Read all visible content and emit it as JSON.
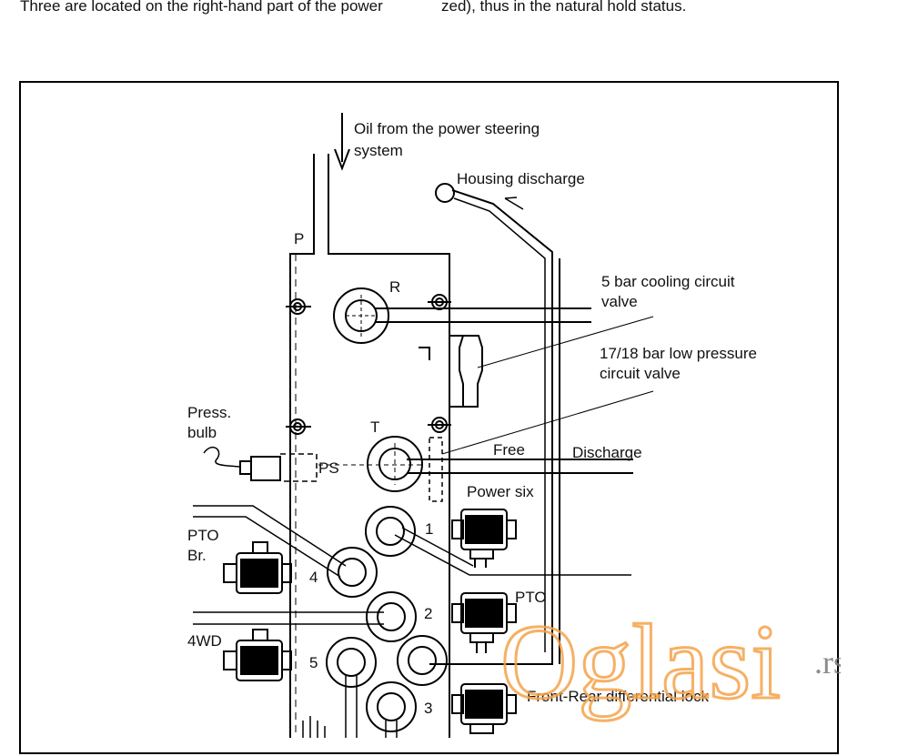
{
  "page": {
    "left_text": "Three are located on the right-hand part of the power",
    "right_text": "zed), thus in the natural hold status."
  },
  "diagram": {
    "labels": {
      "oil_line1": "Oil from the power steering",
      "oil_line2": "system",
      "housing_discharge": "Housing discharge",
      "port_p": "P",
      "port_r": "R",
      "cooling_line1": "5 bar cooling circuit",
      "cooling_line2": "valve",
      "lowp_line1": "17/18 bar low pressure",
      "lowp_line2": "circuit valve",
      "press_line1": "Press.",
      "press_line2": "bulb",
      "port_t": "T",
      "free": "Free",
      "discharge": "Discharge",
      "port_ps": "PS",
      "power_six": "Power six",
      "port_1": "1",
      "pto_br_line1": "PTO",
      "pto_br_line2": "Br.",
      "port_4": "4",
      "pto": "PTO",
      "port_2": "2",
      "fourwd": "4WD",
      "port_5": "5",
      "front_rear": "Front-Rear differential lock",
      "port_3": "3"
    }
  },
  "watermark": {
    "text": "Oglasi",
    "suffix": ".rs",
    "color": "#f5a34a"
  }
}
